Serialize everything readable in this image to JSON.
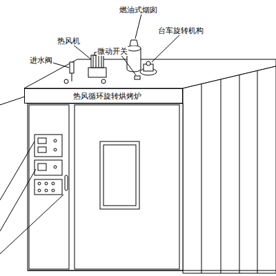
{
  "diagram": {
    "nodes": [
      {
        "text": [
          "热风循环旋转烘烤炉"
        ]
      }
    ],
    "labels": [
      "燃油式烟囱",
      "热风机",
      "台车旋转机构",
      "微动开关",
      "进水阀"
    ]
  }
}
